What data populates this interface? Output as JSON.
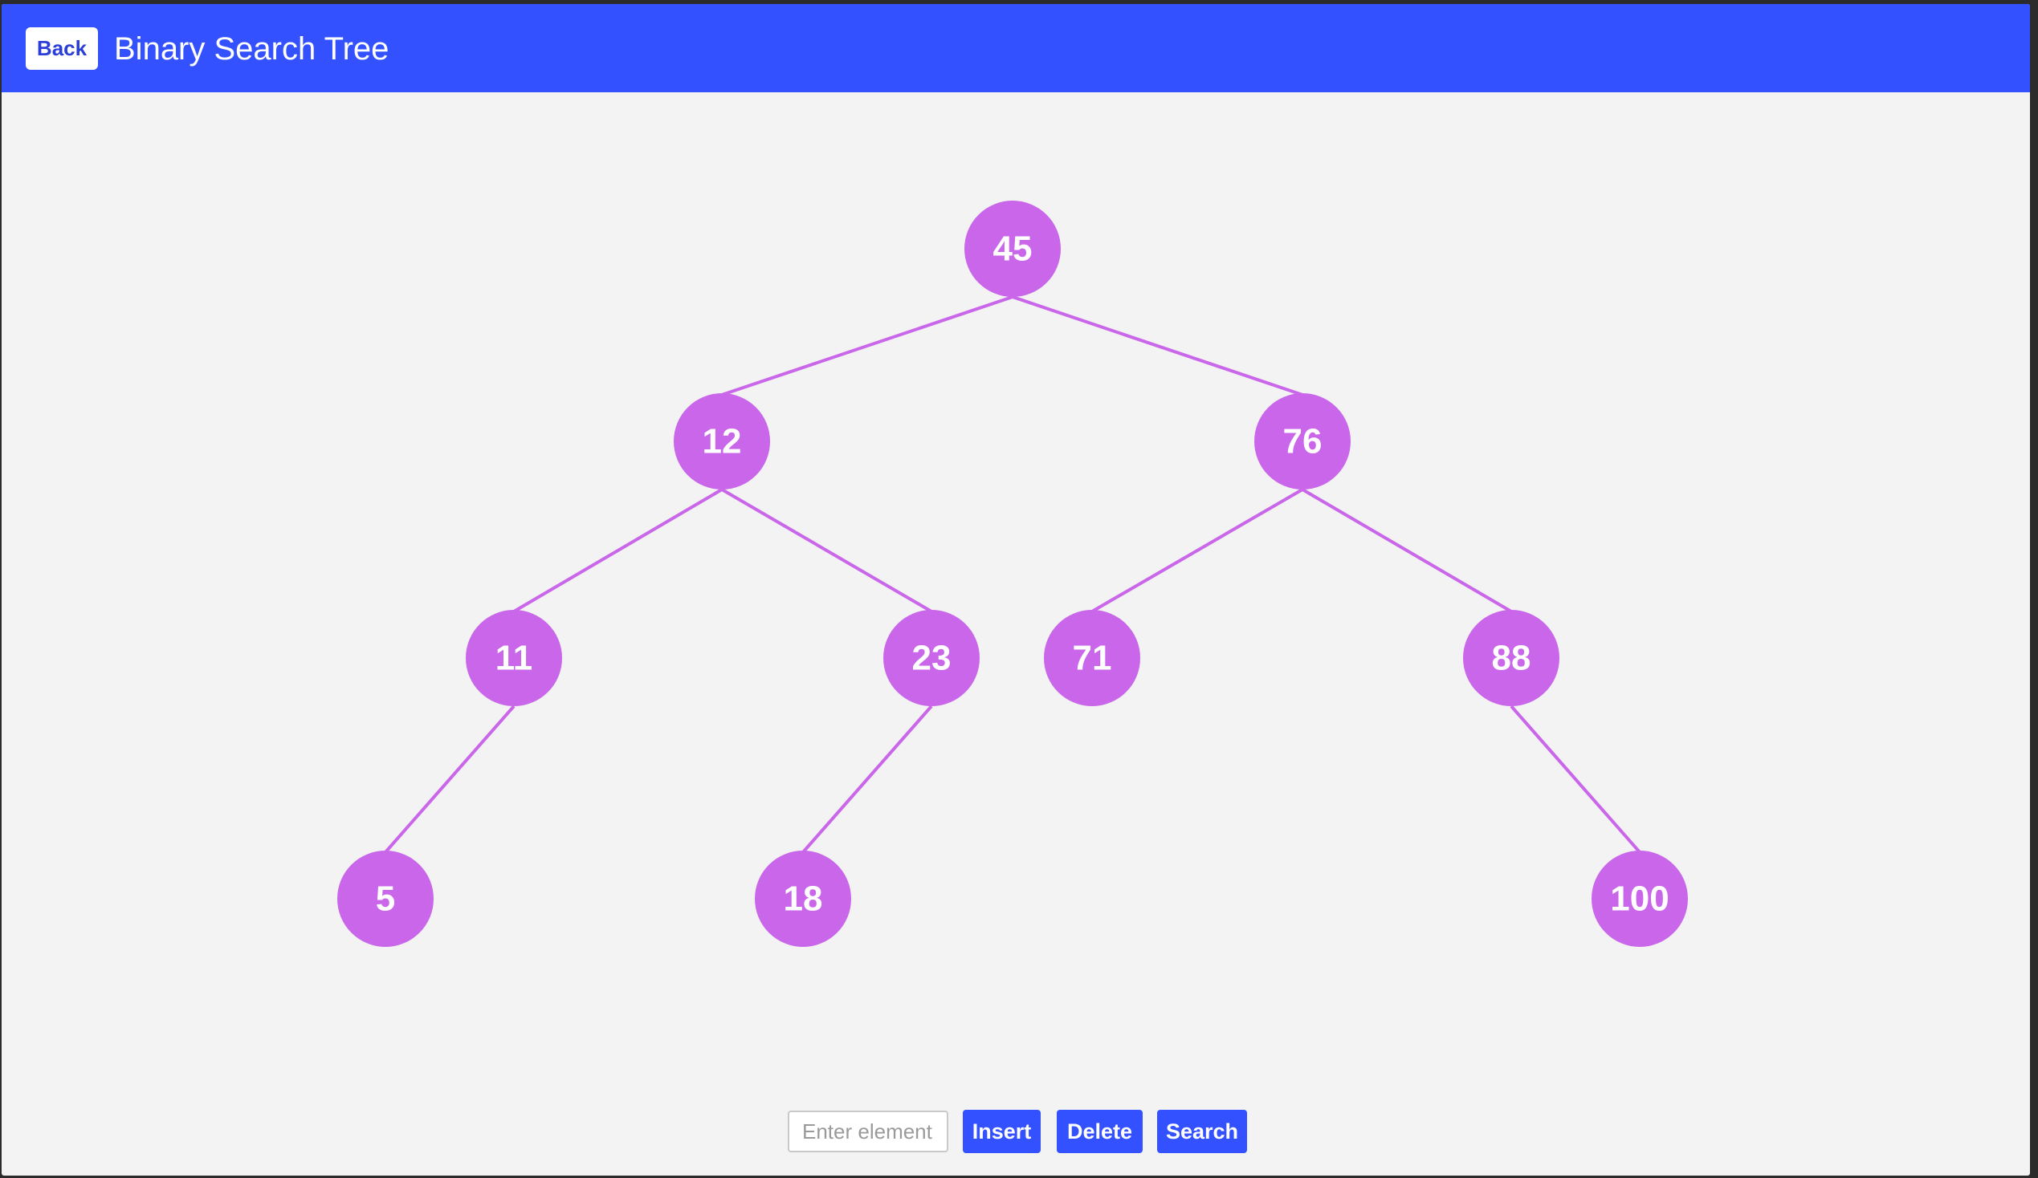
{
  "header": {
    "back_label": "Back",
    "title": "Binary Search Tree"
  },
  "colors": {
    "header_bg": "#3451ff",
    "node_fill": "#c966ea",
    "edge_stroke": "#c966ea",
    "canvas_bg": "#f3f3f3"
  },
  "tree": {
    "nodes": [
      {
        "id": "n45",
        "value": "45"
      },
      {
        "id": "n12",
        "value": "12"
      },
      {
        "id": "n76",
        "value": "76"
      },
      {
        "id": "n11",
        "value": "11"
      },
      {
        "id": "n23",
        "value": "23"
      },
      {
        "id": "n71",
        "value": "71"
      },
      {
        "id": "n88",
        "value": "88"
      },
      {
        "id": "n5",
        "value": "5"
      },
      {
        "id": "n18",
        "value": "18"
      },
      {
        "id": "n100",
        "value": "100"
      }
    ],
    "edges": [
      [
        "n45",
        "n12"
      ],
      [
        "n45",
        "n76"
      ],
      [
        "n12",
        "n11"
      ],
      [
        "n12",
        "n23"
      ],
      [
        "n76",
        "n71"
      ],
      [
        "n76",
        "n88"
      ],
      [
        "n11",
        "n5"
      ],
      [
        "n23",
        "n18"
      ],
      [
        "n88",
        "n100"
      ]
    ]
  },
  "controls": {
    "input_placeholder": "Enter element",
    "input_value": "",
    "insert_label": "Insert",
    "delete_label": "Delete",
    "search_label": "Search"
  }
}
